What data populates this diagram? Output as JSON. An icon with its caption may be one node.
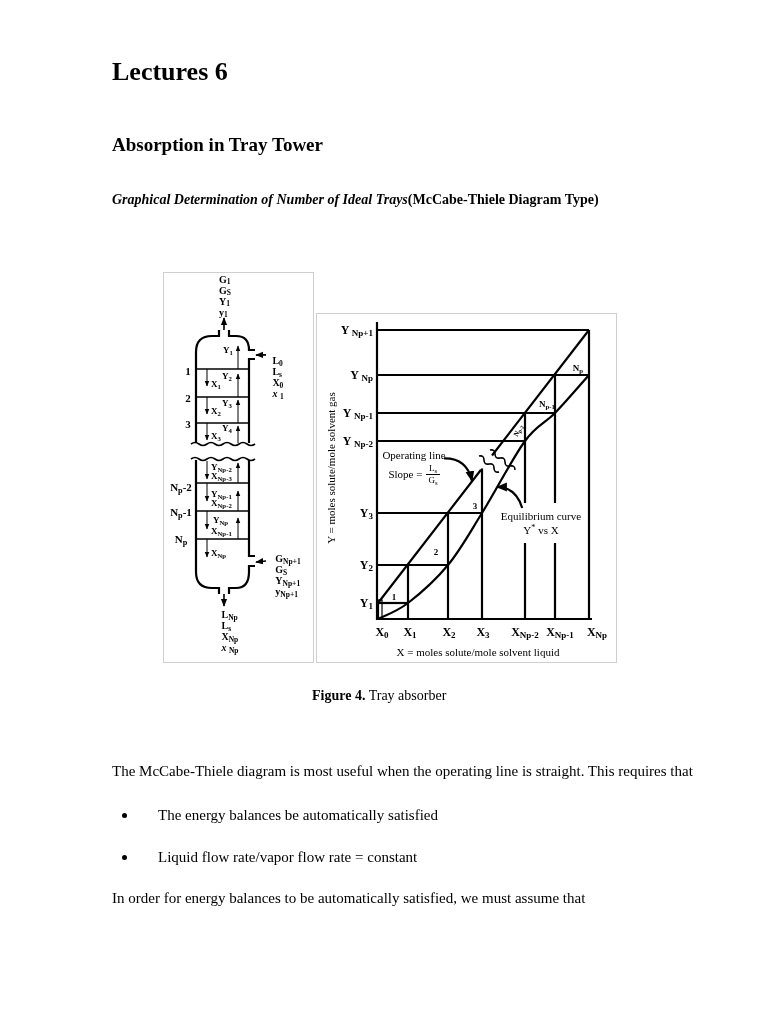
{
  "diagram": {
    "title": "Lectures 6",
    "caption": "**Figure 4.** Tray absorber",
    "nodes": [
      {
        "text": [],
        "shape": "cylinder"
      },
      {
        "text": [
          "G$_{1}$",
          "G$_{S}$",
          "Y$_{1}$",
          "y$_{1}$"
        ]
      },
      {
        "text": [
          "L$_{0}$",
          "L$_{s}$",
          "X$_{0}$",
          "*x* $_{1}$"
        ]
      },
      {
        "text": [
          "G$_{Np+1}$",
          "G$_{S}$",
          "Y$_{Np+1}$",
          "y$_{Np+1}$"
        ]
      },
      {
        "text": [
          "L$_{Np}$",
          "L$_{s}$",
          "X$_{Np}$",
          "*x* $_{Np}$"
        ]
      },
      {
        "text": [
          "Operating line",
          "Slope =",
          "L$_{s}$",
          "G$_{s}$"
        ]
      },
      {
        "text": [
          "Equilibrium curve",
          "Y$^{*}$ vs X"
        ]
      }
    ],
    "edges": [
      {
        "from": 0,
        "to": 1,
        "arrow": "to"
      },
      {
        "from": 2,
        "to": 0,
        "arrow": "to"
      },
      {
        "from": 3,
        "to": 0,
        "arrow": "to"
      },
      {
        "from": 0,
        "to": 4,
        "arrow": "to"
      },
      {
        "from": 5,
        "to": null,
        "arrow": "to"
      },
      {
        "from": 6,
        "to": null,
        "arrow": "to"
      }
    ],
    "labels": [
      "1",
      "2",
      "3",
      "N$_{p}$-2",
      "N$_{p}$-1",
      "N$_{p}$",
      "Y$_{1}$",
      "Y$_{2}$",
      "X$_{1}$",
      "Y$_{3}$",
      "X$_{2}$",
      "Y$_{4}$",
      "X$_{3}$",
      "Y$_{Np-2}$",
      "X$_{Np-3}$",
      "Y$_{Np-1}$",
      "X$_{Np-2}$",
      "Y$_{Np}$",
      "X$_{Np-1}$",
      "X$_{Np}$",
      "Y $_{Np+1}$",
      "Y $_{Np}$",
      "Y $_{Np-1}$",
      "Y $_{Np-2}$",
      "Y$_{3}$",
      "Y$_{2}$",
      "Y$_{1}$",
      "X$_{0}$",
      "X$_{1}$",
      "X$_{2}$",
      "X$_{3}$",
      "X$_{Np-2}$",
      "X$_{Np-1}$",
      "X$_{Np}$",
      "1",
      "2",
      "3",
      "N$_{p-2}$",
      "N$_{p-1}$",
      "N$_{p}$",
      "Y = moles solute/mole solvent gas",
      "X = moles solute/mole solvent liquid",
      "Absorption in Tray Tower",
      "*Graphical Determination of Number of Ideal Trays*(McCabe-Thiele Diagram Type)",
      "The McCabe-Thiele diagram is most useful when the operating line is straight. This requires that",
      "The energy balances be automatically satisfied",
      "Liquid flow rate/vapor flow rate = constant",
      "In order for energy balances to be automatically satisfied, we must assume that"
    ]
  }
}
